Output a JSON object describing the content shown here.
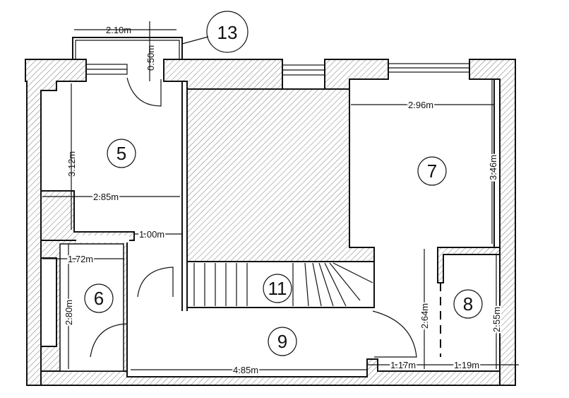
{
  "rooms": [
    {
      "id": "13"
    },
    {
      "id": "5"
    },
    {
      "id": "7"
    },
    {
      "id": "6"
    },
    {
      "id": "11"
    },
    {
      "id": "9"
    },
    {
      "id": "8"
    }
  ],
  "dimensions": {
    "balcony_width": "2.10m",
    "balcony_depth": "0.50m",
    "room5_height": "3.12m",
    "room5_width": "2.85m",
    "passage_width": "1.00m",
    "room7_width": "2.96m",
    "room7_height": "3.46m",
    "room6_width": "1.72m",
    "room6_height": "2.80m",
    "hall_height": "2.64m",
    "room8_height": "2.55m",
    "hall_width": "4.85m",
    "niche_width": "1.17m",
    "room8_width": "1.19m"
  }
}
